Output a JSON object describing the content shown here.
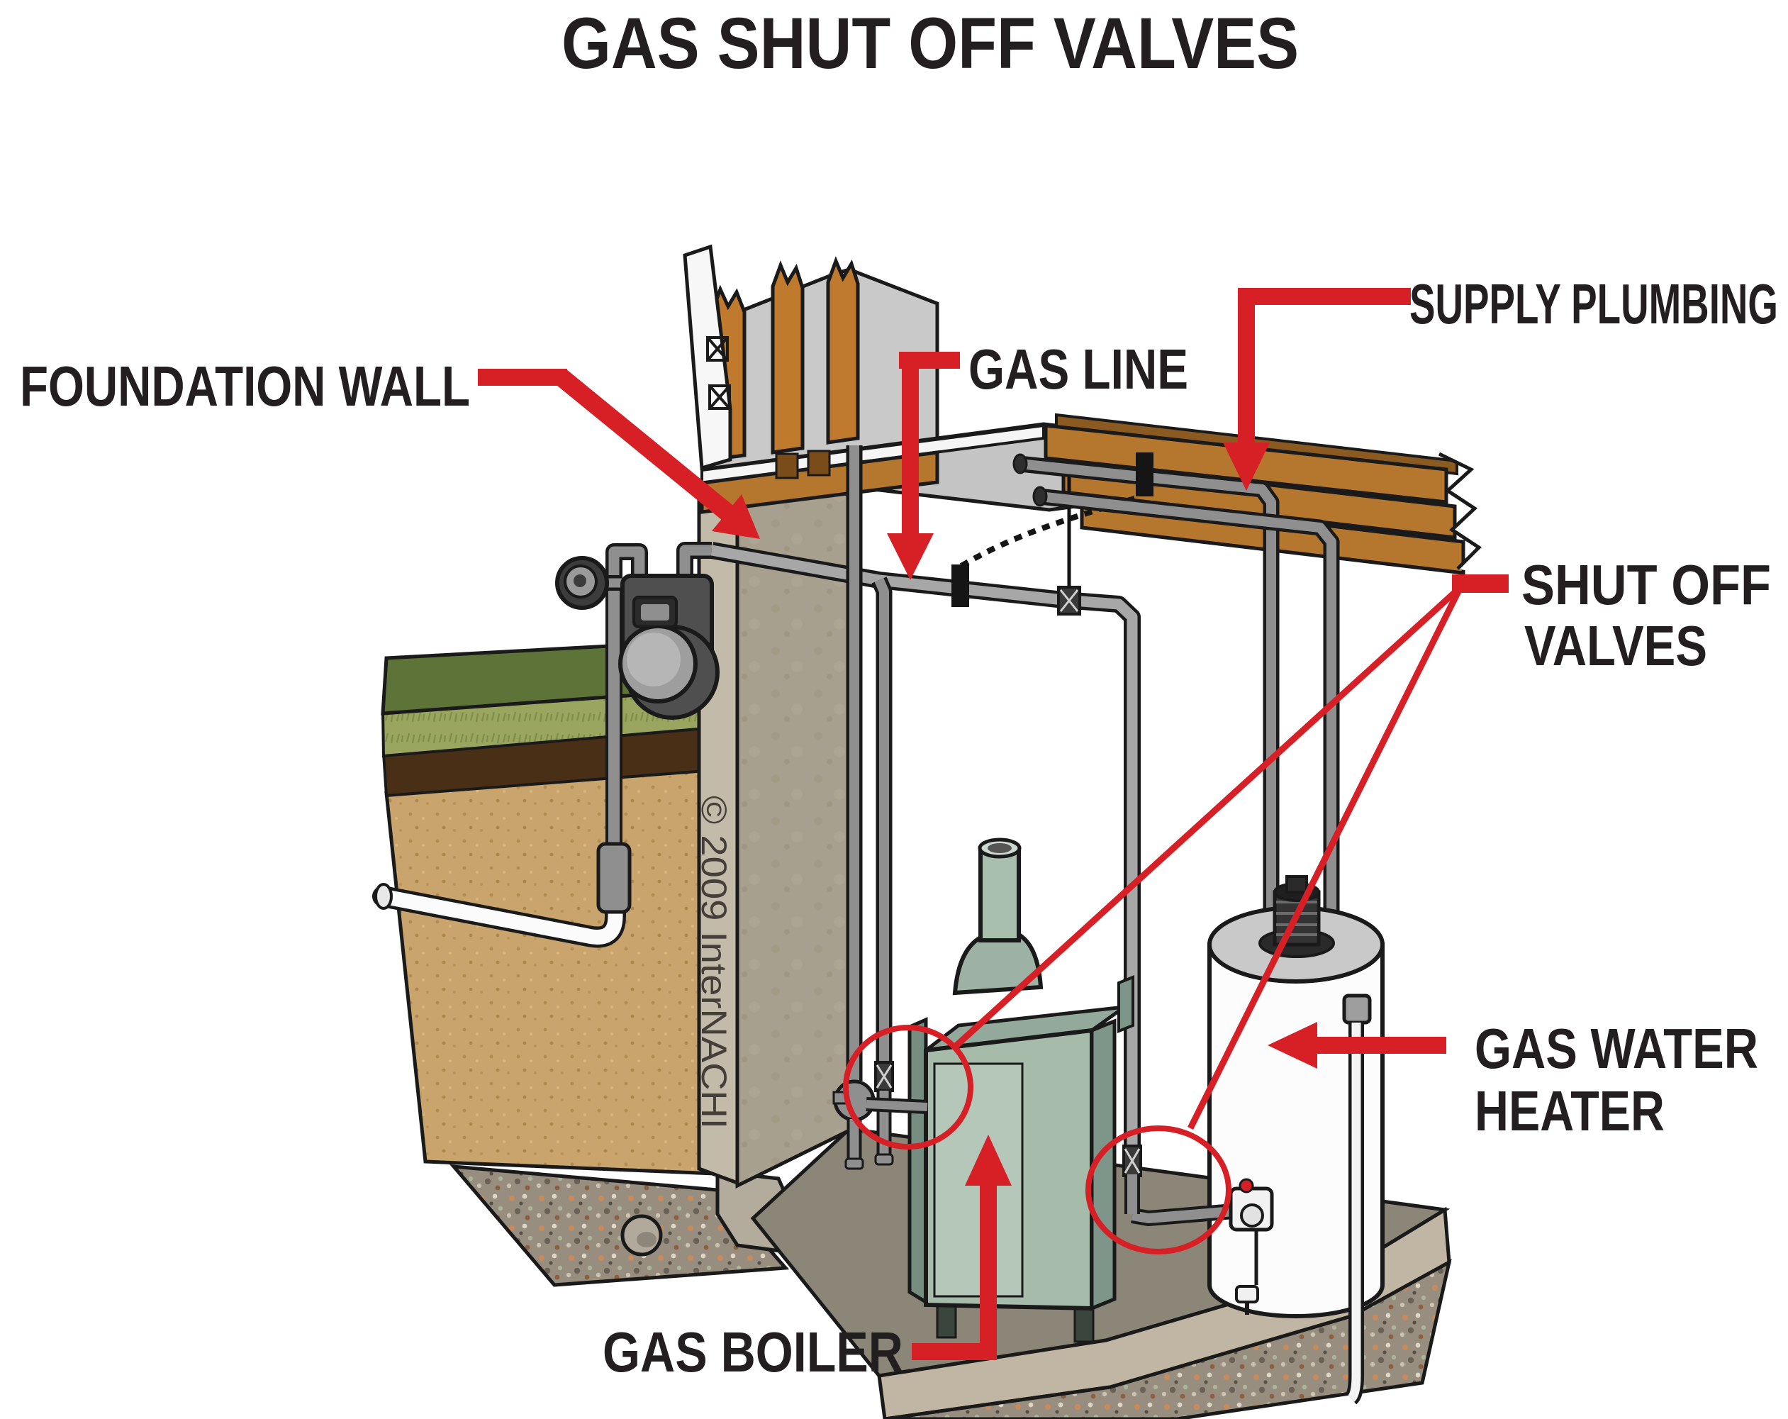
{
  "title": "GAS SHUT OFF VALVES",
  "copyright": "© 2009 InterNACHI",
  "labels": {
    "foundation_wall": "FOUNDATION WALL",
    "gas_line": "GAS LINE",
    "supply_plumbing": "SUPPLY PLUMBING",
    "shut_off_valves_line1": "SHUT OFF",
    "shut_off_valves_line2": "VALVES",
    "gas_water_heater_line1": "GAS WATER",
    "gas_water_heater_line2": "HEATER",
    "gas_boiler": "GAS BOILER"
  },
  "colors": {
    "annotation_red": "#d71f26",
    "text": "#231f20",
    "outline": "#1a1a1a",
    "pipe_gray": "#8f8f8f",
    "concrete_wall": "#a8a08f",
    "soil_tan": "#c9a46c",
    "grass_green": "#5d7337",
    "boiler_green": "#a6bbaa",
    "water_heater_white": "#fcfcfc",
    "wood_joist": "#b5772e"
  }
}
